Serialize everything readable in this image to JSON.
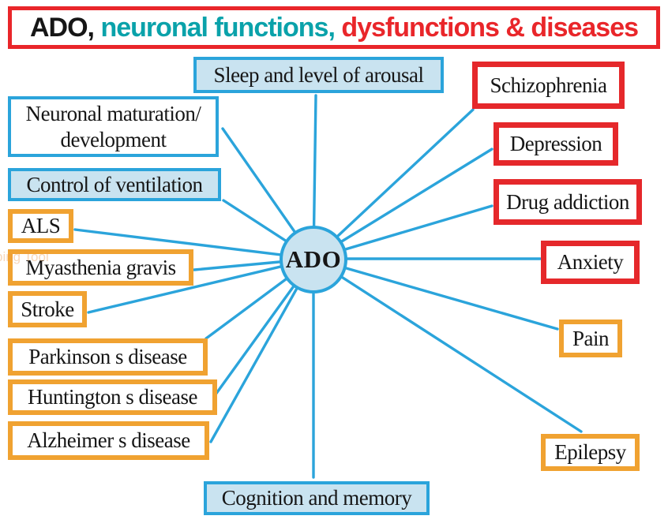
{
  "title": {
    "part1": "ADO",
    "sep1": ", ",
    "part2": "neuronal functions",
    "sep2": ", ",
    "part3": "dysfunctions & diseases"
  },
  "center": {
    "label": "ADO"
  },
  "nodes": {
    "sleep": {
      "label": "Sleep and level of arousal",
      "category": "neuronal-function-highlighted"
    },
    "neuronal": {
      "line1": "Neuronal maturation/",
      "line2": "development",
      "category": "neuronal-function"
    },
    "control": {
      "label": "Control of ventilation",
      "category": "neuronal-function-highlighted"
    },
    "als": {
      "label": "ALS",
      "category": "dysfunction-orange"
    },
    "myasthenia": {
      "label": "Myasthenia gravis",
      "category": "dysfunction-orange"
    },
    "stroke": {
      "label": "Stroke",
      "category": "dysfunction-orange"
    },
    "parkinson": {
      "label": "Parkinson s disease",
      "category": "dysfunction-orange"
    },
    "huntington": {
      "label": "Huntington s disease",
      "category": "dysfunction-orange"
    },
    "alzheimer": {
      "label": "Alzheimer s disease",
      "category": "dysfunction-orange"
    },
    "cognition": {
      "label": "Cognition and memory",
      "category": "neuronal-function-highlighted"
    },
    "schizophrenia": {
      "label": "Schizophrenia",
      "category": "disease-red"
    },
    "depression": {
      "label": "Depression",
      "category": "disease-red"
    },
    "drug": {
      "label": "Drug addiction",
      "category": "disease-red"
    },
    "anxiety": {
      "label": "Anxiety",
      "category": "disease-red"
    },
    "pain": {
      "label": "Pain",
      "category": "dysfunction-orange"
    },
    "epilepsy": {
      "label": "Epilepsy",
      "category": "dysfunction-orange"
    }
  },
  "colors": {
    "blue": "#2ba4db",
    "light_blue": "#c9e3f0",
    "orange": "#f0a231",
    "red": "#e5282b",
    "title_red": "#e9262a",
    "teal": "#0aa2aa",
    "ink": "#161616"
  },
  "watermark": "ping Tool"
}
